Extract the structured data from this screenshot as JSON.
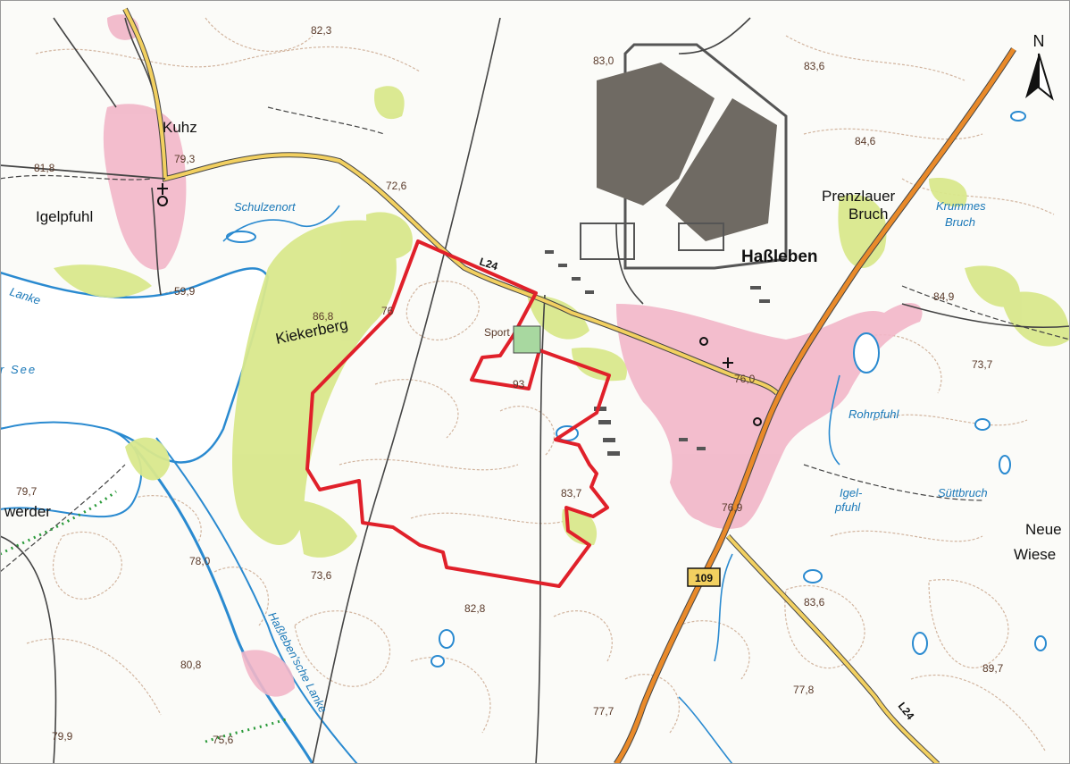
{
  "places": {
    "kuhz": "Kuhz",
    "igelpfuhl": "Igelpfuhl",
    "hassleben": "Haßleben",
    "prenzlauer": "Prenzlauer",
    "bruch_p": "Bruch",
    "kiekerberg": "Kiekerberg",
    "sport": "Sport",
    "werder": "werder",
    "neue": "Neue",
    "wiese": "Wiese"
  },
  "water": {
    "schulzenort": "Schulzenort",
    "krummes": "Krummes",
    "bruch_k": "Bruch",
    "see": "r See",
    "lanke": "Lanke",
    "rohrpfuhl": "Rohrpfuhl",
    "igel": "Igel-",
    "pfuhl": "pfuhl",
    "suttbruch": "Süttbruch",
    "hasslebensche_lanke": "Haßleben'sche Lanke"
  },
  "roads": {
    "l24_a": "L24",
    "l24_b": "L24",
    "b109": "109"
  },
  "elevations": {
    "e823": "82,3",
    "e830": "83,0",
    "e836": "83,6",
    "e846": "84,6",
    "e818": "81,8",
    "e793": "79,3",
    "e726": "72,6",
    "e599": "59,9",
    "e868": "86,8",
    "e849": "84,9",
    "e737": "73,7",
    "e760": "76,0",
    "e837": "83,7",
    "e769": "76,9",
    "e797": "79,7",
    "e780": "78,0",
    "e736": "73,6",
    "e828": "82,8",
    "e836b": "83,6",
    "e897": "89,7",
    "e808": "80,8",
    "e778": "77,8",
    "e777": "77,7",
    "e799": "79,9",
    "e756": "75,6",
    "e93": "93",
    "e76": "76"
  },
  "north": "N",
  "colors": {
    "boundary": "#e0202a",
    "road_major": "#e98a2a",
    "road_secondary": "#f2d060",
    "water": "#2a8ad0",
    "forest": "#d9e88c",
    "settlement": "#f2b6c8",
    "contour": "#c8a48a",
    "building": "#6f6a63"
  }
}
